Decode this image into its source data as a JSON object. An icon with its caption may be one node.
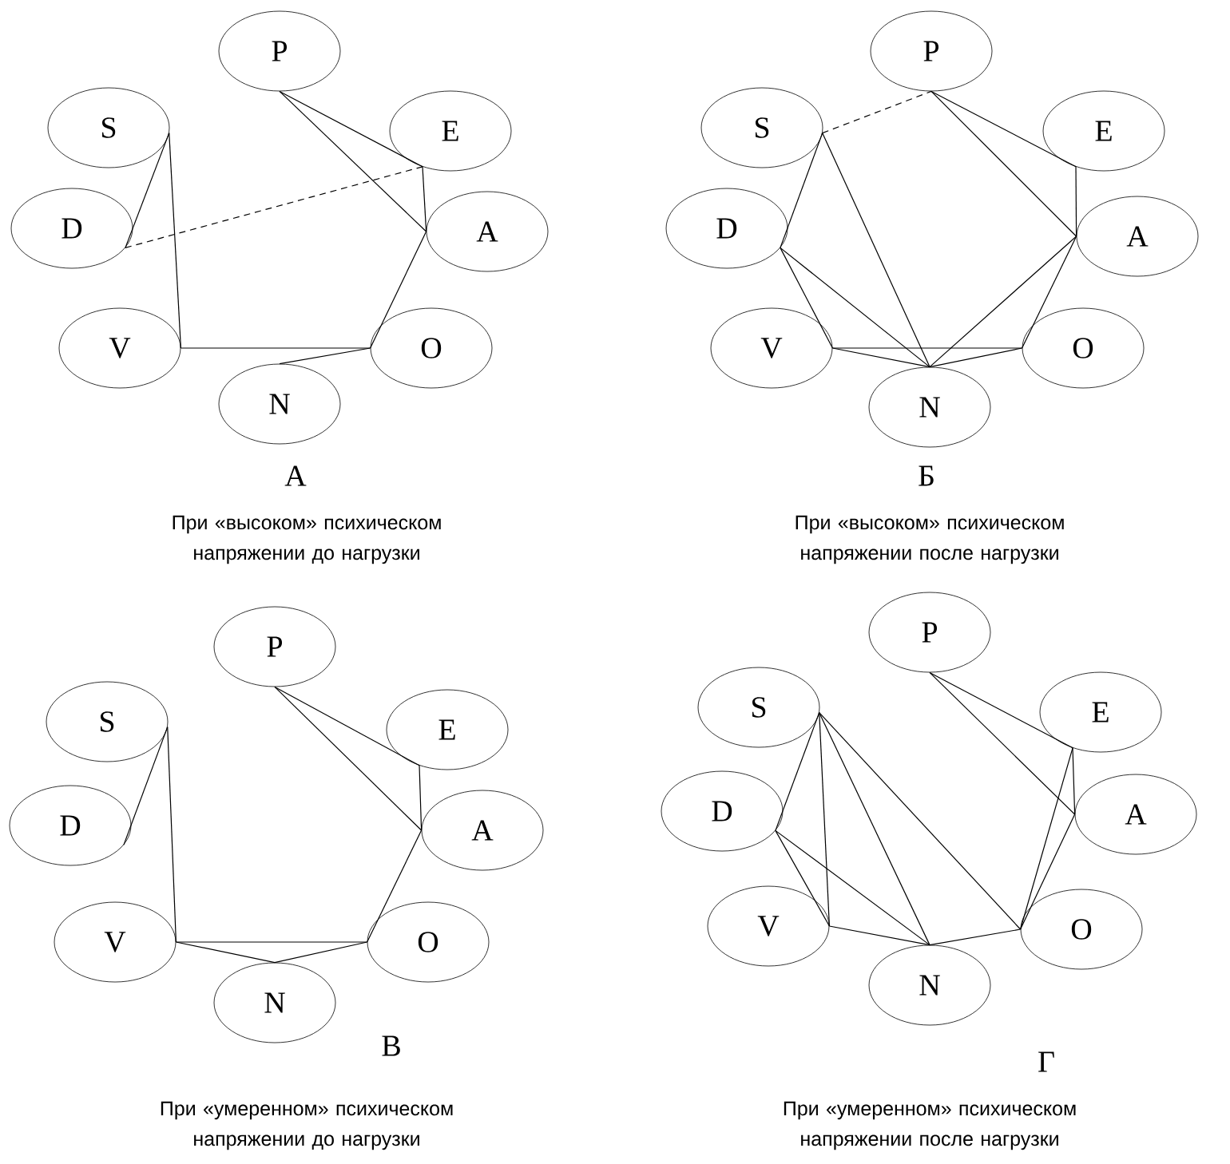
{
  "diagram": {
    "nodes": [
      {
        "text": [
          "P"
        ]
      },
      {
        "text": [
          "S"
        ]
      },
      {
        "text": [
          "E"
        ]
      },
      {
        "text": [
          "D"
        ]
      },
      {
        "text": [
          "A"
        ]
      },
      {
        "text": [
          "V"
        ]
      },
      {
        "text": [
          "O"
        ]
      },
      {
        "text": [
          "N"
        ]
      },
      {
        "text": [
          "P"
        ]
      },
      {
        "text": [
          "S"
        ]
      },
      {
        "text": [
          "E"
        ]
      },
      {
        "text": [
          "D"
        ]
      },
      {
        "text": [
          "A"
        ]
      },
      {
        "text": [
          "V"
        ]
      },
      {
        "text": [
          "O"
        ]
      },
      {
        "text": [
          "N"
        ]
      },
      {
        "text": [
          "P"
        ]
      },
      {
        "text": [
          "S"
        ]
      },
      {
        "text": [
          "E"
        ]
      },
      {
        "text": [
          "D"
        ]
      },
      {
        "text": [
          "A"
        ]
      },
      {
        "text": [
          "V"
        ]
      },
      {
        "text": [
          "O"
        ]
      },
      {
        "text": [
          "N"
        ]
      },
      {
        "text": [
          "P"
        ]
      },
      {
        "text": [
          "S"
        ]
      },
      {
        "text": [
          "E"
        ]
      },
      {
        "text": [
          "D"
        ]
      },
      {
        "text": [
          "A"
        ]
      },
      {
        "text": [
          "V"
        ]
      },
      {
        "text": [
          "O"
        ]
      },
      {
        "text": [
          "N"
        ]
      }
    ],
    "edges": [
      {
        "from": 1,
        "to": 3,
        "arrow": "none"
      },
      {
        "from": 1,
        "to": 5,
        "arrow": "none"
      },
      {
        "from": 0,
        "to": 2,
        "arrow": "none"
      },
      {
        "from": 0,
        "to": 4,
        "arrow": "none"
      },
      {
        "from": 2,
        "to": 4,
        "arrow": "none"
      },
      {
        "from": 3,
        "to": 2,
        "arrow": "none",
        "style": "dashed"
      },
      {
        "from": 4,
        "to": 6,
        "arrow": "none"
      },
      {
        "from": 5,
        "to": 6,
        "arrow": "none"
      },
      {
        "from": 7,
        "to": 6,
        "arrow": "none"
      },
      {
        "from": 9,
        "to": 8,
        "arrow": "none",
        "style": "dashed"
      },
      {
        "from": 9,
        "to": 11,
        "arrow": "none"
      },
      {
        "from": 9,
        "to": 15,
        "arrow": "none"
      },
      {
        "from": 11,
        "to": 13,
        "arrow": "none"
      },
      {
        "from": 11,
        "to": 15,
        "arrow": "none"
      },
      {
        "from": 8,
        "to": 10,
        "arrow": "none"
      },
      {
        "from": 8,
        "to": 12,
        "arrow": "none"
      },
      {
        "from": 10,
        "to": 12,
        "arrow": "none"
      },
      {
        "from": 13,
        "to": 14,
        "arrow": "none"
      },
      {
        "from": 13,
        "to": 15,
        "arrow": "none"
      },
      {
        "from": 12,
        "to": 15,
        "arrow": "none"
      },
      {
        "from": 12,
        "to": 14,
        "arrow": "none"
      },
      {
        "from": 14,
        "to": 15,
        "arrow": "none"
      },
      {
        "from": 17,
        "to": 19,
        "arrow": "none"
      },
      {
        "from": 17,
        "to": 21,
        "arrow": "none"
      },
      {
        "from": 16,
        "to": 18,
        "arrow": "none"
      },
      {
        "from": 16,
        "to": 20,
        "arrow": "none"
      },
      {
        "from": 18,
        "to": 20,
        "arrow": "none"
      },
      {
        "from": 20,
        "to": 22,
        "arrow": "none"
      },
      {
        "from": 21,
        "to": 22,
        "arrow": "none"
      },
      {
        "from": 21,
        "to": 23,
        "arrow": "none"
      },
      {
        "from": 23,
        "to": 22,
        "arrow": "none"
      },
      {
        "from": 25,
        "to": 27,
        "arrow": "none"
      },
      {
        "from": 25,
        "to": 29,
        "arrow": "none"
      },
      {
        "from": 25,
        "to": 31,
        "arrow": "none"
      },
      {
        "from": 25,
        "to": 30,
        "arrow": "none"
      },
      {
        "from": 27,
        "to": 29,
        "arrow": "none"
      },
      {
        "from": 27,
        "to": 31,
        "arrow": "none"
      },
      {
        "from": 29,
        "to": 31,
        "arrow": "none"
      },
      {
        "from": 31,
        "to": 30,
        "arrow": "none"
      },
      {
        "from": 24,
        "to": 26,
        "arrow": "none"
      },
      {
        "from": 24,
        "to": 28,
        "arrow": "none"
      },
      {
        "from": 26,
        "to": 28,
        "arrow": "none"
      },
      {
        "from": 26,
        "to": 30,
        "arrow": "none"
      },
      {
        "from": 28,
        "to": 30,
        "arrow": "none"
      }
    ],
    "labels": [
      "А",
      "Б",
      "При «высоком» психическом напряжении до нагрузки",
      "При «высоком» психическом напряжении после нагрузки",
      "В",
      "Г",
      "При «умеренном» психическом напряжении до нагрузки",
      "При «умеренном» психическом напряжении после нагрузки"
    ]
  }
}
